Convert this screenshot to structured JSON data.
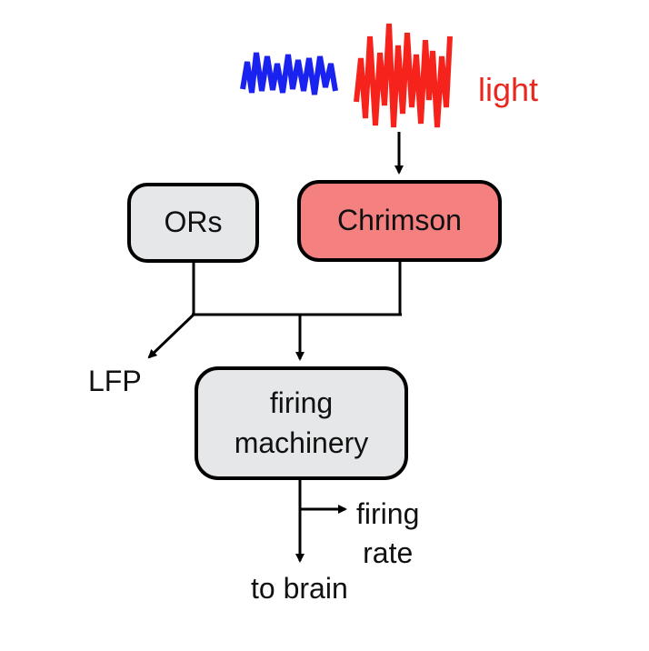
{
  "colors": {
    "background": "#ffffff",
    "stroke": "#000000",
    "blue_signal": "#1a22f0",
    "red_signal": "#f5231b",
    "chrimson_fill": "#f58080",
    "neutral_fill": "#e6e7e9",
    "light_label": "#e8281f"
  },
  "signals": {
    "blue": {
      "color_name": "blue",
      "description_icon": "blue-light-waveform-icon"
    },
    "red": {
      "color_name": "red",
      "description_icon": "red-light-waveform-icon"
    }
  },
  "labels": {
    "light": "light",
    "lfp": "LFP",
    "firing_rate_line1": "firing",
    "firing_rate_line2": "rate",
    "to_brain": "to brain"
  },
  "nodes": {
    "ors": "ORs",
    "chrimson": "Chrimson",
    "firing_line1": "firing",
    "firing_line2": "machinery"
  }
}
